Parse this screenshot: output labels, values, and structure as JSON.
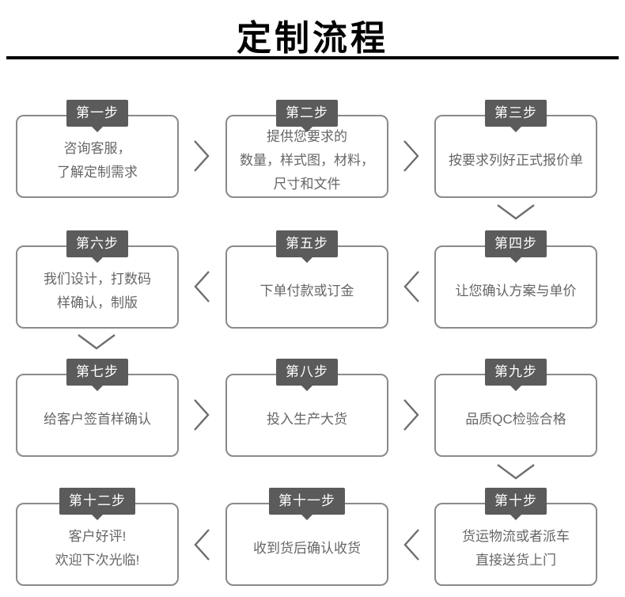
{
  "title": "定制流程",
  "steps": [
    {
      "label": "第一步",
      "text": "咨询客服，\n了解定制需求"
    },
    {
      "label": "第二步",
      "text": "提供您要求的\n数量，样式图，材料，\n尺寸和文件"
    },
    {
      "label": "第三步",
      "text": "按要求列好正式报价单"
    },
    {
      "label": "第四步",
      "text": "让您确认方案与单价"
    },
    {
      "label": "第五步",
      "text": "下单付款或订金"
    },
    {
      "label": "第六步",
      "text": "我们设计，打数码\n样确认，制版"
    },
    {
      "label": "第七步",
      "text": "给客户签首样确认"
    },
    {
      "label": "第八步",
      "text": "投入生产大货"
    },
    {
      "label": "第九步",
      "text": "品质QC检验合格"
    },
    {
      "label": "第十步",
      "text": "货运物流或者派车\n直接送货上门"
    },
    {
      "label": "第十一步",
      "text": "收到货后确认收货"
    },
    {
      "label": "第十二步",
      "text": "客户好评!\n欢迎下次光临!"
    }
  ],
  "colors": {
    "title_text": "#000000",
    "divider": "#000000",
    "tab_bg": "#5b5b5b",
    "tab_text": "#ffffff",
    "box_border": "#8a8a8a",
    "box_text": "#666666",
    "arrow": "#6e6e6e"
  }
}
